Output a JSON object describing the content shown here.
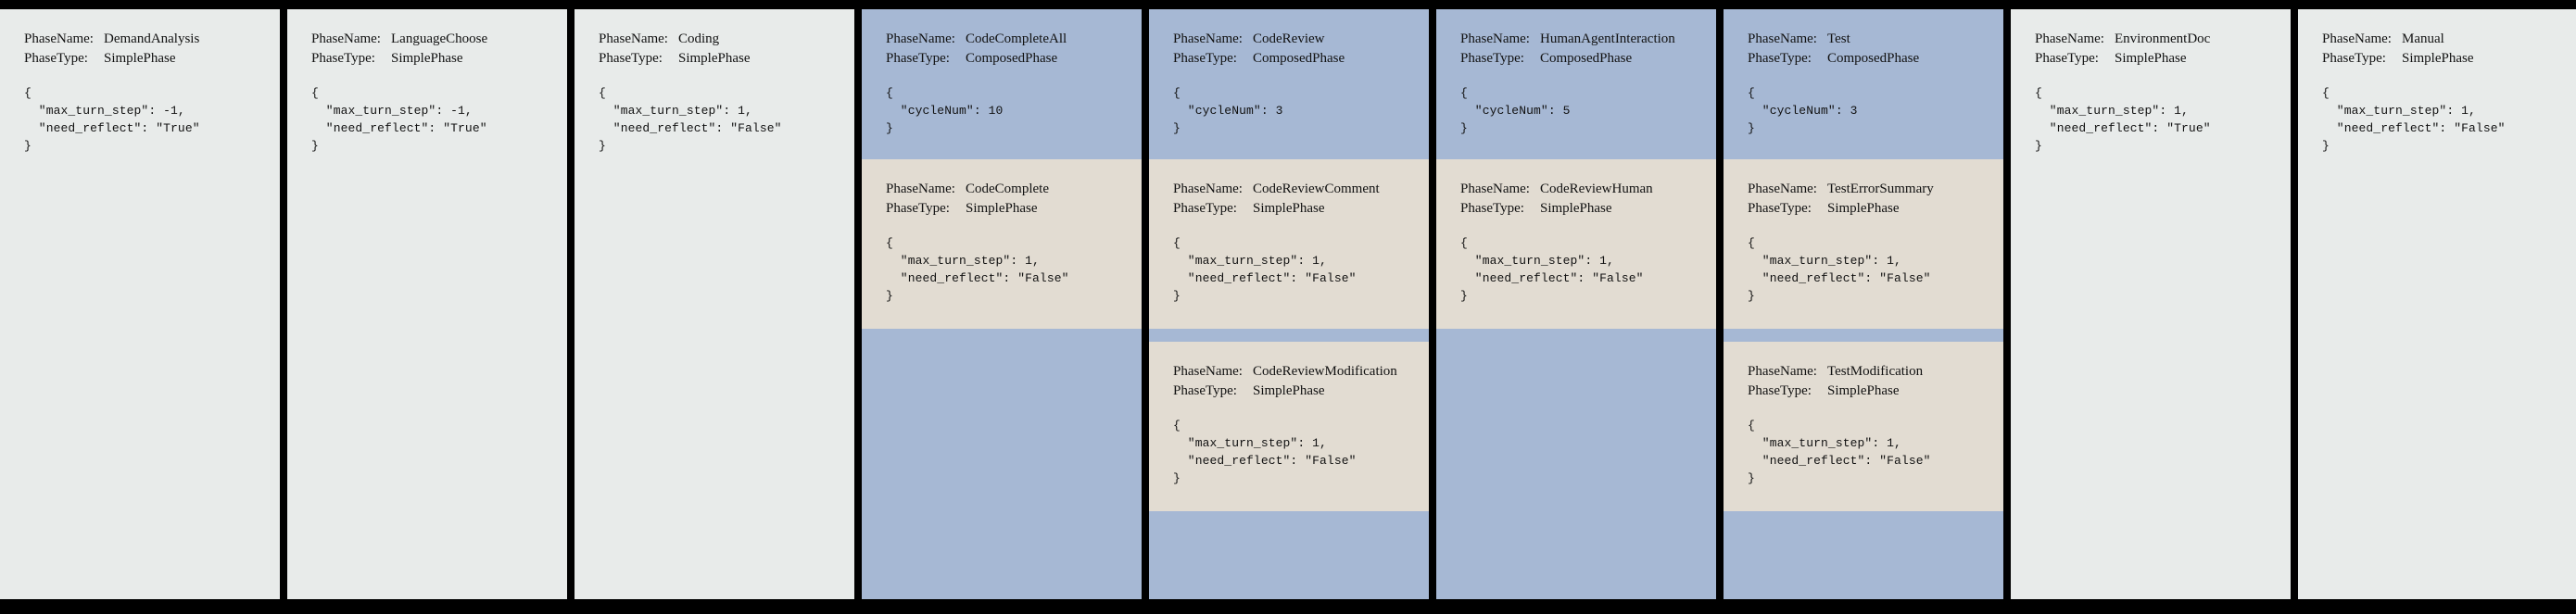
{
  "labels": {
    "phase_name_key": "PhaseName:",
    "phase_type_key": "PhaseType:"
  },
  "colors": {
    "background": "#000000",
    "simple_card": "#e8ebea",
    "composed_card": "#a6b8d4",
    "subphase_card": "#e2dcd2",
    "text": "#111111"
  },
  "cards": [
    {
      "name": "DemandAnalysis",
      "type": "SimplePhase",
      "kind": "simple",
      "config": "{\n  \"max_turn_step\": -1,\n  \"need_reflect\": \"True\"\n}",
      "config_values": {
        "max_turn_step": -1,
        "need_reflect": "True"
      },
      "subphases": []
    },
    {
      "name": "LanguageChoose",
      "type": "SimplePhase",
      "kind": "simple",
      "config": "{\n  \"max_turn_step\": -1,\n  \"need_reflect\": \"True\"\n}",
      "config_values": {
        "max_turn_step": -1,
        "need_reflect": "True"
      },
      "subphases": []
    },
    {
      "name": "Coding",
      "type": "SimplePhase",
      "kind": "simple",
      "config": "{\n  \"max_turn_step\": 1,\n  \"need_reflect\": \"False\"\n}",
      "config_values": {
        "max_turn_step": 1,
        "need_reflect": "False"
      },
      "subphases": []
    },
    {
      "name": "CodeCompleteAll",
      "type": "ComposedPhase",
      "kind": "composed",
      "config": "{\n  \"cycleNum\": 10\n}",
      "config_values": {
        "cycleNum": 10
      },
      "subphases": [
        {
          "name": "CodeComplete",
          "type": "SimplePhase",
          "config": "{\n  \"max_turn_step\": 1,\n  \"need_reflect\": \"False\"\n}",
          "config_values": {
            "max_turn_step": 1,
            "need_reflect": "False"
          }
        }
      ]
    },
    {
      "name": "CodeReview",
      "type": "ComposedPhase",
      "kind": "composed",
      "config": "{\n  \"cycleNum\": 3\n}",
      "config_values": {
        "cycleNum": 3
      },
      "subphases": [
        {
          "name": "CodeReviewComment",
          "type": "SimplePhase",
          "config": "{\n  \"max_turn_step\": 1,\n  \"need_reflect\": \"False\"\n}",
          "config_values": {
            "max_turn_step": 1,
            "need_reflect": "False"
          }
        },
        {
          "name": "CodeReviewModification",
          "type": "SimplePhase",
          "config": "{\n  \"max_turn_step\": 1,\n  \"need_reflect\": \"False\"\n}",
          "config_values": {
            "max_turn_step": 1,
            "need_reflect": "False"
          }
        }
      ]
    },
    {
      "name": "HumanAgentInteraction",
      "type": "ComposedPhase",
      "kind": "composed",
      "config": "{\n  \"cycleNum\": 5\n}",
      "config_values": {
        "cycleNum": 5
      },
      "subphases": [
        {
          "name": "CodeReviewHuman",
          "type": "SimplePhase",
          "config": "{\n  \"max_turn_step\": 1,\n  \"need_reflect\": \"False\"\n}",
          "config_values": {
            "max_turn_step": 1,
            "need_reflect": "False"
          }
        }
      ]
    },
    {
      "name": "Test",
      "type": "ComposedPhase",
      "kind": "composed",
      "config": "{\n  \"cycleNum\": 3\n}",
      "config_values": {
        "cycleNum": 3
      },
      "subphases": [
        {
          "name": "TestErrorSummary",
          "type": "SimplePhase",
          "config": "{\n  \"max_turn_step\": 1,\n  \"need_reflect\": \"False\"\n}",
          "config_values": {
            "max_turn_step": 1,
            "need_reflect": "False"
          }
        },
        {
          "name": "TestModification",
          "type": "SimplePhase",
          "config": "{\n  \"max_turn_step\": 1,\n  \"need_reflect\": \"False\"\n}",
          "config_values": {
            "max_turn_step": 1,
            "need_reflect": "False"
          }
        }
      ]
    },
    {
      "name": "EnvironmentDoc",
      "type": "SimplePhase",
      "kind": "simple",
      "config": "{\n  \"max_turn_step\": 1,\n  \"need_reflect\": \"True\"\n}",
      "config_values": {
        "max_turn_step": 1,
        "need_reflect": "True"
      },
      "subphases": []
    },
    {
      "name": "Manual",
      "type": "SimplePhase",
      "kind": "simple",
      "config": "{\n  \"max_turn_step\": 1,\n  \"need_reflect\": \"False\"\n}",
      "config_values": {
        "max_turn_step": 1,
        "need_reflect": "False"
      },
      "subphases": []
    }
  ]
}
